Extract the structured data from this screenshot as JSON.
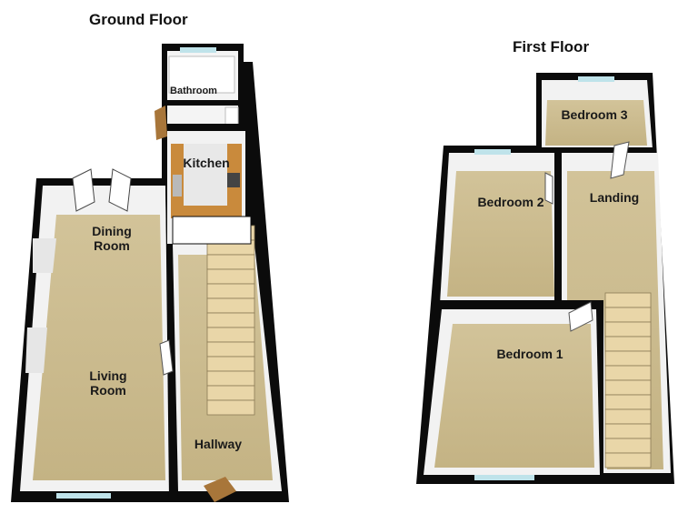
{
  "floors": {
    "ground": {
      "title": "Ground Floor",
      "rooms": {
        "bathroom": "Bathroom",
        "kitchen": "Kitchen",
        "dining": "Dining\nRoom",
        "living": "Living\nRoom",
        "hallway": "Hallway"
      }
    },
    "first": {
      "title": "First Floor",
      "rooms": {
        "bedroom3": "Bedroom 3",
        "bedroom2": "Bedroom 2",
        "landing": "Landing",
        "bedroom1": "Bedroom 1"
      }
    }
  },
  "colors": {
    "wall": "#0b0b0b",
    "wall_face": "#f4f4f4",
    "carpet": "#c9b98c",
    "stair": "#e9d6a8",
    "kitchen_counter": "#c98a3c",
    "kitchen_floor": "#e6e6e6",
    "window_glass": "#bfe3ea"
  }
}
